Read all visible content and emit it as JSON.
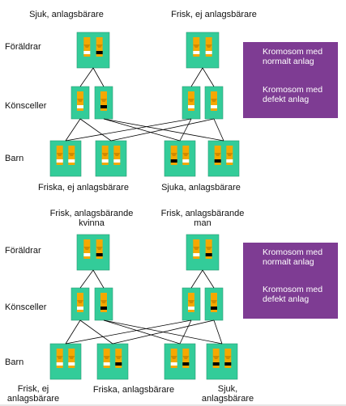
{
  "diagram1": {
    "parent_left_label": "Sjuk, anlagsbärare",
    "parent_right_label": "Frisk, ej anlagsbärare",
    "row_foraldrar": "Föräldrar",
    "row_konsceller": "Könsceller",
    "row_barn": "Barn",
    "children_left_label": "Friska, ej anlagsbärare",
    "children_right_label": "Sjuka, anlagsbärare",
    "legend": {
      "normal": "Kromosom med normalt anlag",
      "defect": "Kromosom med defekt anlag"
    }
  },
  "diagram2": {
    "parent_left_label": "Frisk, anlagsbärande kvinna",
    "parent_right_label": "Frisk, anlagsbärande man",
    "row_foraldrar": "Föräldrar",
    "row_konsceller": "Könsceller",
    "row_barn": "Barn",
    "child_labels": [
      "Frisk, ej anlagsbärare",
      "Friska, anlagsbärare",
      "Sjuk, anlagsbärare"
    ],
    "legend": {
      "normal": "Kromosom med normalt anlag",
      "defect": "Kromosom med defekt anlag"
    }
  },
  "colors": {
    "cell_fill": "#33cc99",
    "chromosome": "#f5a800",
    "normal_band": "#ffffff",
    "defect_band": "#000000",
    "legend_bg": "#7e3c93",
    "line": "#000000"
  }
}
